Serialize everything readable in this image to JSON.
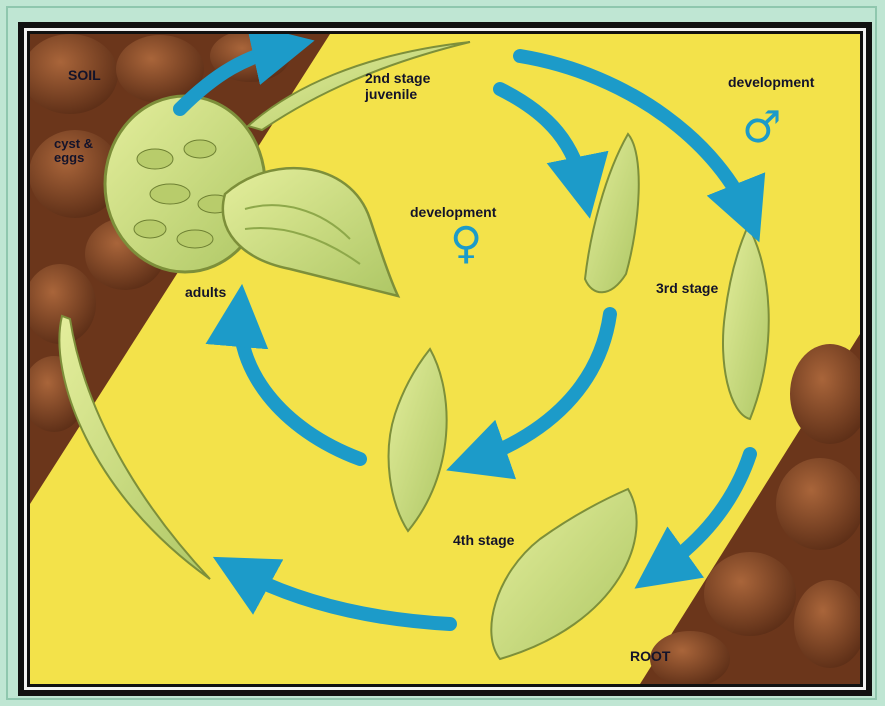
{
  "labels": {
    "soil": "SOIL",
    "cyst_eggs": "cyst &\neggs",
    "second_stage": "2nd stage\njuvenile",
    "development_female": "development",
    "development_male": "development",
    "third_stage": "3rd stage",
    "fourth_stage": "4th stage",
    "adults": "adults",
    "root": "ROOT"
  },
  "symbols": {
    "female": "♀",
    "male": "♂"
  },
  "colors": {
    "root": "#f3e24a",
    "soil": "#6e3a1e",
    "arrow": "#1c9bc9",
    "nematode": "#c9dc7a",
    "label_text": "#13132a"
  },
  "icons": {
    "female": "female-symbol-icon",
    "male": "male-symbol-icon"
  }
}
